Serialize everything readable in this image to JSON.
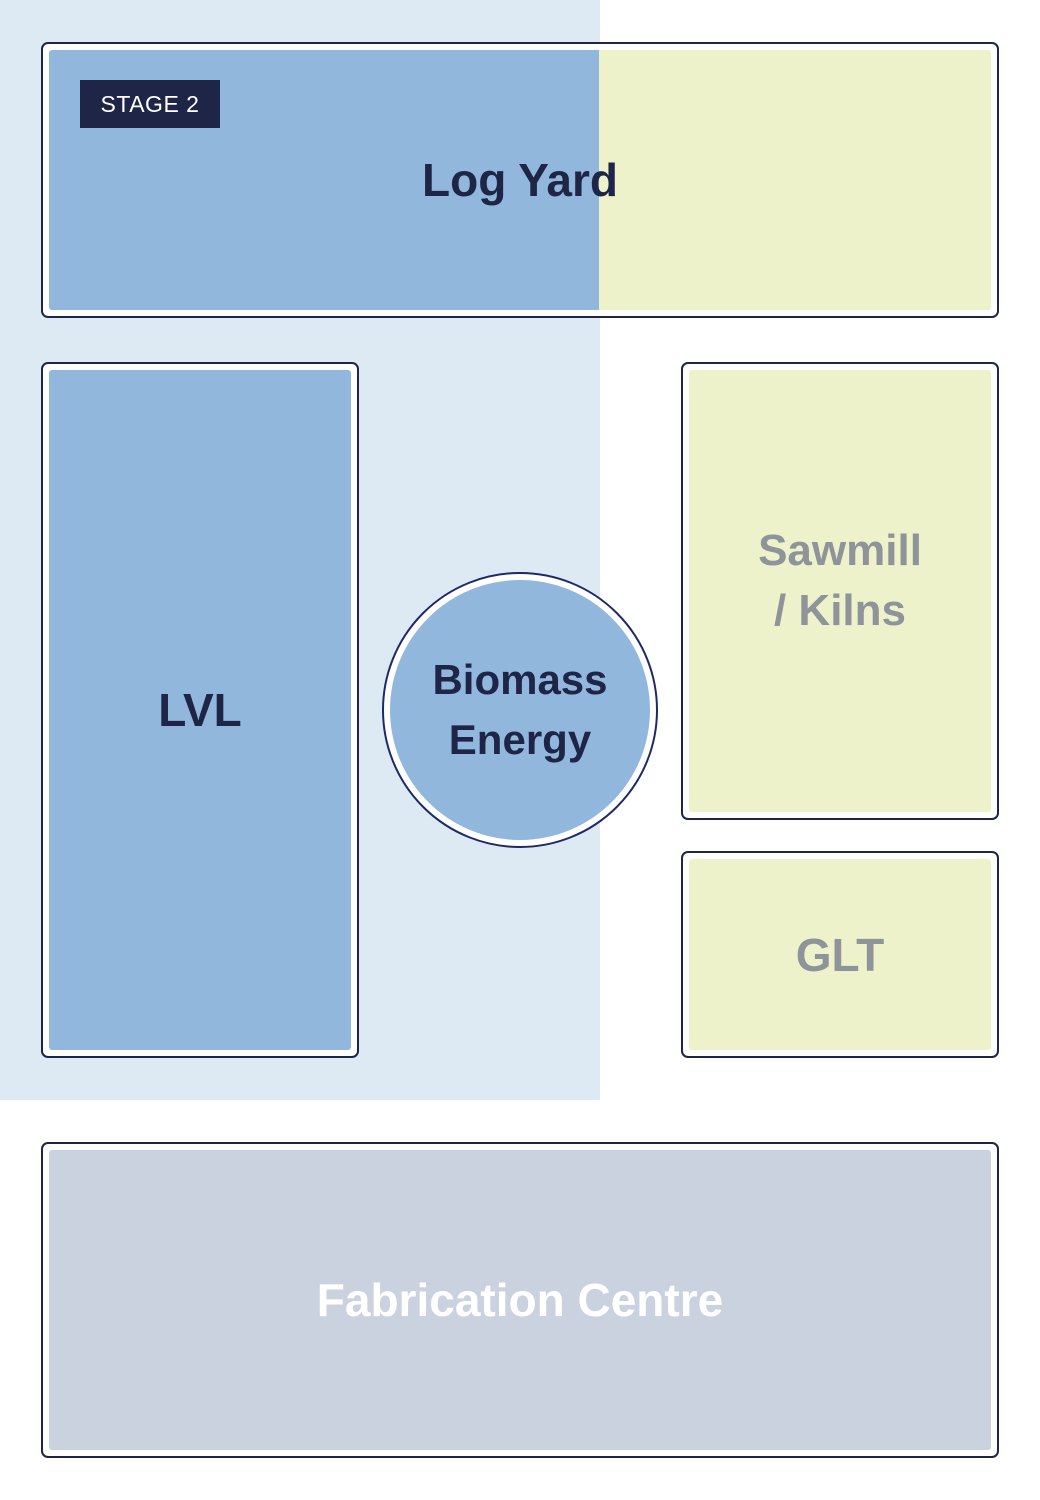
{
  "stage_badge": "STAGE 2",
  "blocks": {
    "log_yard": "Log Yard",
    "lvl": "LVL",
    "biomass": {
      "line1": "Biomass",
      "line2": "Energy"
    },
    "sawmill": {
      "line1": "Sawmill",
      "line2": "/ Kilns"
    },
    "glt": "GLT",
    "fabrication": "Fabrication Centre"
  },
  "colors": {
    "stage_zone": "#dde9f3",
    "stage_fill": "#92b7dc",
    "future_fill": "#edf2cb",
    "fabrication_fill": "#cbd2df",
    "outline": "#1e2546"
  }
}
